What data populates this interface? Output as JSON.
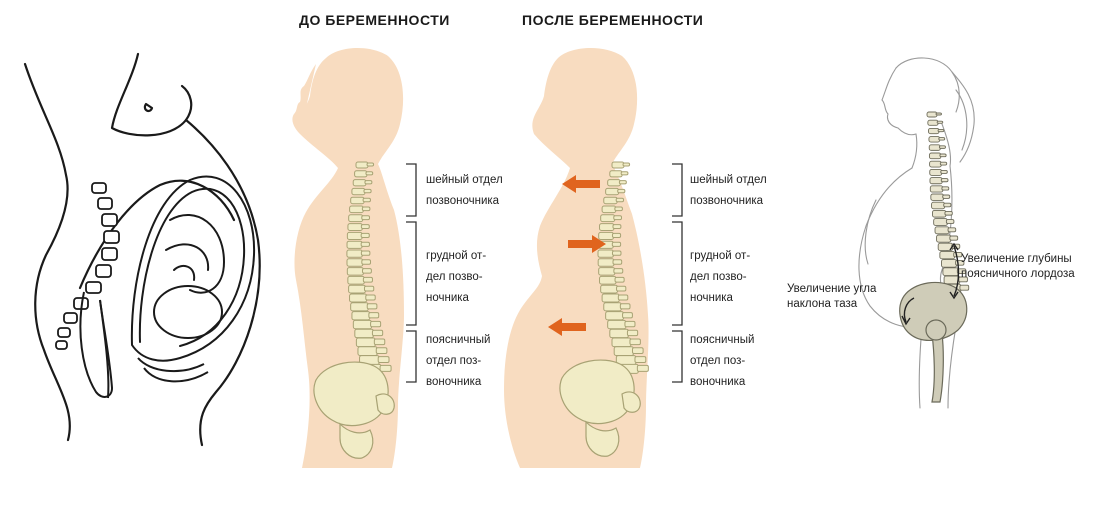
{
  "headers": {
    "before": "ДО БЕРЕМЕННОСТИ",
    "after": "ПОСЛЕ БЕРЕМЕННОСТИ"
  },
  "spine_labels": {
    "cervical": [
      "шейный отдел",
      "позвоночника"
    ],
    "thoracic": [
      "грудной от-",
      "дел позво-",
      "ночника"
    ],
    "lumbar": [
      "поясничный",
      "отдел поз-",
      "воночника"
    ]
  },
  "annotations": {
    "lordosis": [
      "Увеличение глубины",
      "поясничного лордоза"
    ],
    "pelvis": [
      "Увеличение угла",
      "наклона таза"
    ]
  },
  "colors": {
    "skin": "#f8dcc0",
    "bone": "#f1ecc6",
    "bone_stroke": "#a8a274",
    "arrow": "#e0641e",
    "line_art": "#1a1a1a"
  }
}
